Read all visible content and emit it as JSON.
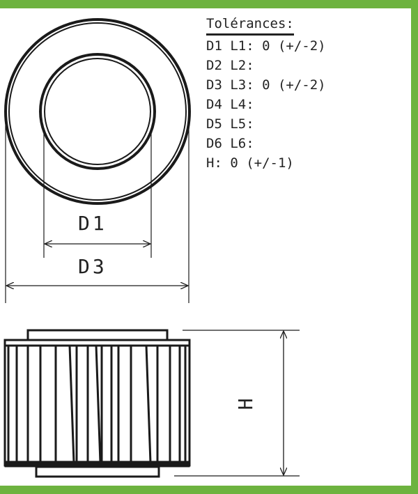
{
  "tolerances": {
    "title": "Tolérances:",
    "lines": [
      "D1 L1: 0 (+/-2)",
      "D2 L2:",
      "D3 L3: 0 (+/-2)",
      "D4 L4:",
      "D5 L5:",
      "D6 L6:",
      "H: 0 (+/-1)"
    ]
  },
  "labels": {
    "d1": "D1",
    "d3": "D3",
    "h": "H"
  },
  "colors": {
    "border": "#6db33f",
    "ink": "#1a1a1a"
  }
}
